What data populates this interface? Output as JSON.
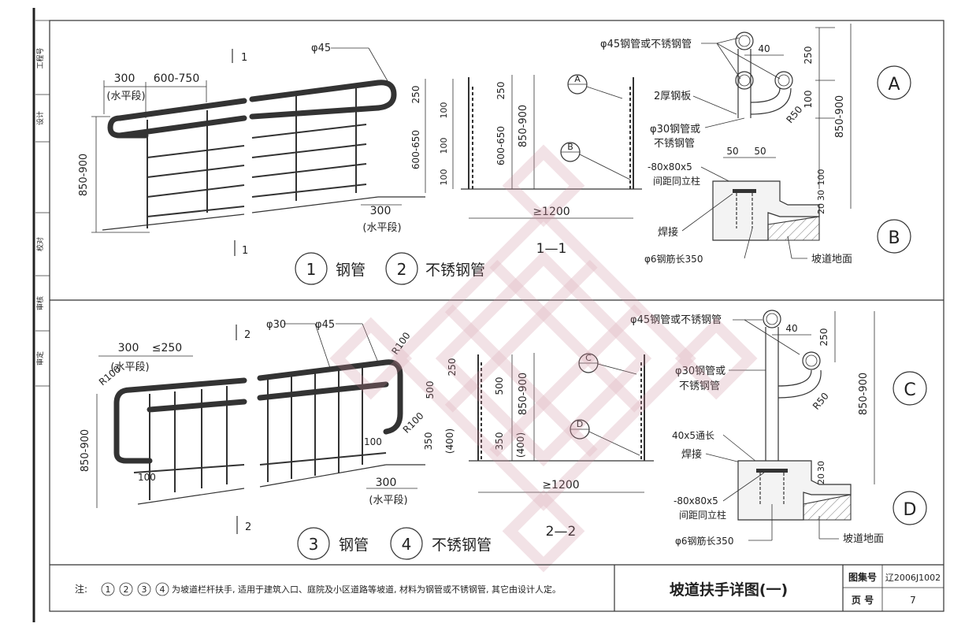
{
  "side_column": {
    "labels": [
      "工程号",
      "设计",
      "校对",
      "审核",
      "审定"
    ]
  },
  "top_panel": {
    "elevation": {
      "section_mark": "1",
      "pipe_label": "φ45",
      "dim_300": "300",
      "dim_600_750": "600-750",
      "horizontal_seg": "(水平段)",
      "dim_850_900": "850-900",
      "dim_300_bottom": "300",
      "horizontal_seg_bottom": "(水平段)"
    },
    "section": {
      "dim_250": "250",
      "dim_600_650": "600-650",
      "dim_100_a": "100",
      "dim_100_b": "100",
      "dim_100_c": "100",
      "dim_250_b": "250",
      "dim_600_650_b": "600-650",
      "dim_850_900": "850-900",
      "callout_a": "A",
      "callout_b": "B",
      "dim_1200": "≥1200",
      "title": "1—1"
    },
    "legend": [
      {
        "num": "1",
        "label": "钢管"
      },
      {
        "num": "2",
        "label": "不锈钢管"
      }
    ],
    "detail": {
      "pipe_top": "φ45钢管或不锈钢管",
      "dim_40": "40",
      "plate": "2厚钢板",
      "pipe_30": "φ30钢管或",
      "pipe_30b": "不锈钢管",
      "dim_250": "250",
      "dim_100": "100",
      "r50": "R50",
      "dim_850_900": "850-900",
      "dim_50a": "50",
      "dim_50b": "50",
      "plate_80": "-80x80x5",
      "spacing": "间距同立柱",
      "dim_100b": "100",
      "dim_30": "30",
      "dim_20": "20",
      "weld": "焊接",
      "rebar": "φ6钢筋长350",
      "ground": "坡道地面",
      "label_a": "A",
      "label_b": "B"
    }
  },
  "bottom_panel": {
    "elevation": {
      "section_mark": "2",
      "pipe_30": "φ30",
      "pipe_45": "φ45",
      "dim_300": "300",
      "dim_250": "≤250",
      "horizontal_seg": "(水平段)",
      "r100_a": "R100",
      "r100_b": "R100",
      "r100_c": "R100",
      "dim_850_900": "850-900",
      "dim_100_a": "100",
      "dim_100_b": "100",
      "dim_350": "350",
      "dim_400": "(400)",
      "dim_300_bottom": "300",
      "horizontal_seg_bottom": "(水平段)"
    },
    "section": {
      "dim_250": "250",
      "dim_500": "500",
      "dim_500b": "500",
      "dim_850_900": "850-900",
      "dim_350": "350",
      "dim_400": "(400)",
      "callout_c": "C",
      "callout_d": "D",
      "dim_1200": "≥1200",
      "title": "2—2"
    },
    "legend": [
      {
        "num": "3",
        "label": "钢管"
      },
      {
        "num": "4",
        "label": "不锈钢管"
      }
    ],
    "detail": {
      "pipe_top": "φ45钢管或不锈钢管",
      "dim_40": "40",
      "pipe_30": "φ30钢管或",
      "pipe_30b": "不锈钢管",
      "dim_250": "250",
      "r50": "R50",
      "dim_850_900": "850-900",
      "flat_bar": "40x5通长",
      "weld": "焊接",
      "plate_80": "-80x80x5",
      "spacing": "间距同立柱",
      "rebar": "φ6钢筋长350",
      "ground": "坡道地面",
      "dim_30": "30",
      "dim_20": "20",
      "label_c": "C",
      "label_d": "D"
    }
  },
  "footer": {
    "note_prefix": "注:",
    "note_nums": [
      "1",
      "2",
      "3",
      "4"
    ],
    "note_text": "为坡道栏杆扶手, 适用于建筑入口、庭院及小区道路等坡道, 材料为钢管或不锈钢管, 其它由设计人定。",
    "title": "坡道扶手详图(一)",
    "atlas_label": "图集号",
    "atlas_value": "辽2006J1002",
    "page_label": "页 号",
    "page_value": "7"
  },
  "colors": {
    "line": "#333333",
    "watermark": "#cc8a99",
    "paper": "#ffffff"
  }
}
